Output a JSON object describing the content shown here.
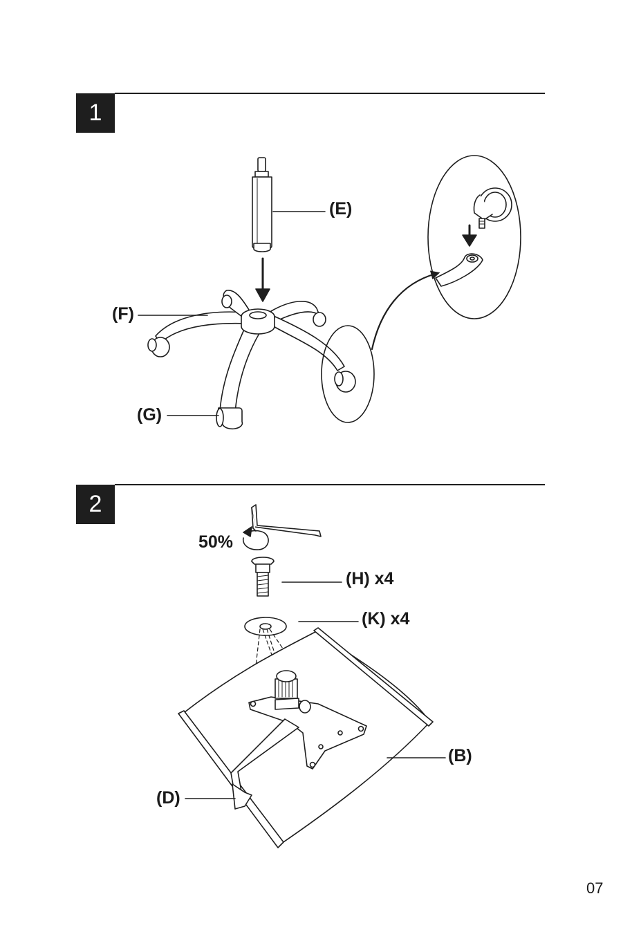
{
  "steps": [
    {
      "number": "1",
      "labels": {
        "e": "(E)",
        "f": "(F)",
        "g": "(G)"
      }
    },
    {
      "number": "2",
      "labels": {
        "percent": "50%",
        "h": "(H) x4",
        "k": "(K) x4",
        "b": "(B)",
        "d": "(D)"
      }
    }
  ],
  "page_number": "07",
  "colors": {
    "ink": "#1e1e1e",
    "background": "#ffffff"
  },
  "icons": [
    "gas-lift-cylinder-icon",
    "five-star-base-icon",
    "caster-wheel-icon",
    "allen-key-icon",
    "bolt-icon",
    "washer-icon",
    "seat-mechanism-icon"
  ]
}
